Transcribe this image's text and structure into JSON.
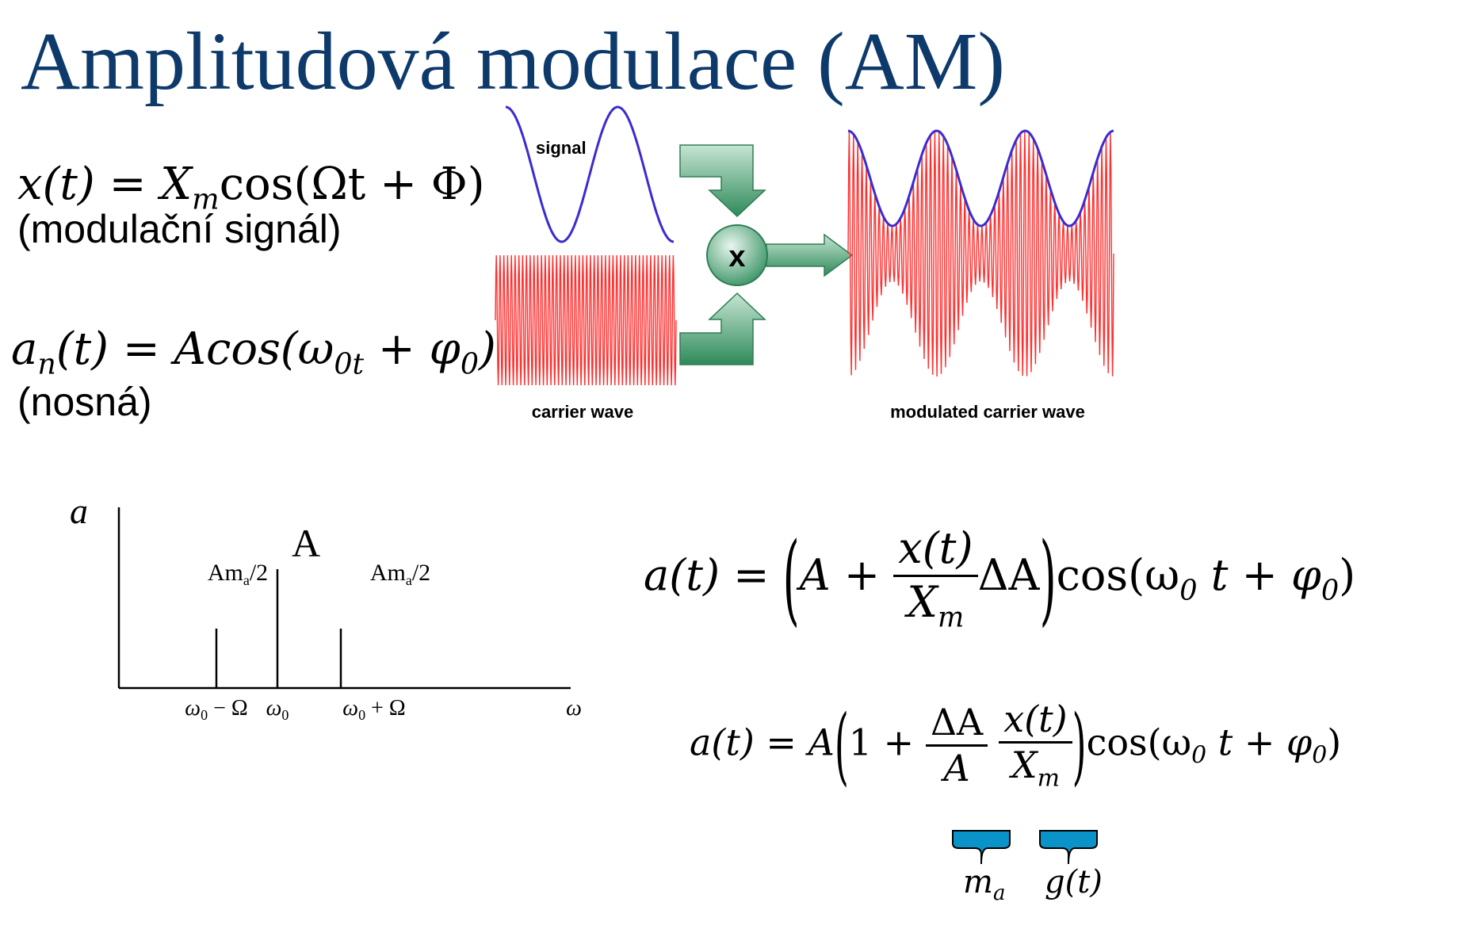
{
  "title": "Amplitudová modulace (AM)",
  "left": {
    "eq1": {
      "lhs": "x(t) = X",
      "sub": "m",
      "rhs": "cos(Ωt + Φ)"
    },
    "eq1_note": "(modulační signál)",
    "eq2": {
      "lhs": "a",
      "sub": "n",
      "mid": "(t) = Acos(ω",
      "sub2": "0t",
      "mid2": " + φ",
      "sub3": "0",
      "end": ")"
    },
    "eq2_note": "(nosná)"
  },
  "diagram": {
    "signal_label": "signal",
    "carrier_label": "carrier wave",
    "modulated_label": "modulated carrier wave",
    "multiplier_symbol": "x",
    "colors": {
      "signal": "#3a2bd1",
      "carrier": "#ff3030",
      "arrow": "#3f9a6b"
    }
  },
  "spectrum": {
    "y_axis_label": "a",
    "center_amplitude_label": "A",
    "sideband_left_label": {
      "main": "Am",
      "sub": "a",
      "tail": "/2"
    },
    "sideband_right_label": {
      "main": "Am",
      "sub": "a",
      "tail": "/2"
    },
    "x_ticks": {
      "left": {
        "main": "ω",
        "sub": "0",
        "tail": " − Ω"
      },
      "center": {
        "main": "ω",
        "sub": "0",
        "tail": ""
      },
      "right": {
        "main": "ω",
        "sub": "0",
        "tail": " + Ω"
      },
      "axis": "ω"
    },
    "line_heights": {
      "sideband": 0.5,
      "carrier": 1.0
    }
  },
  "formulas": {
    "f1": {
      "lhs": "a(t) = ",
      "open": "(",
      "a": "A + ",
      "num": "x(t)",
      "den_main": "X",
      "den_sub": "m",
      "delta": "ΔA",
      "close": ")",
      "tail_main": "cos(ω",
      "tail_sub": "0",
      "tail_mid": " t + φ",
      "tail_sub2": "0",
      "tail_end": ")"
    },
    "f2": {
      "lhs": "a(t) = A",
      "open": "(",
      "one": "1 + ",
      "num1": "ΔA",
      "den1": "A",
      "num2": "x(t)",
      "den2_main": "X",
      "den2_sub": "m",
      "close": ")",
      "tail_main": "cos(ω",
      "tail_sub": "0",
      "tail_mid": " t + φ",
      "tail_sub2": "0",
      "tail_end": ")"
    },
    "brace_left": {
      "main": "m",
      "sub": "a"
    },
    "brace_right": "g(t)",
    "brace_color": "#0a93c9"
  }
}
